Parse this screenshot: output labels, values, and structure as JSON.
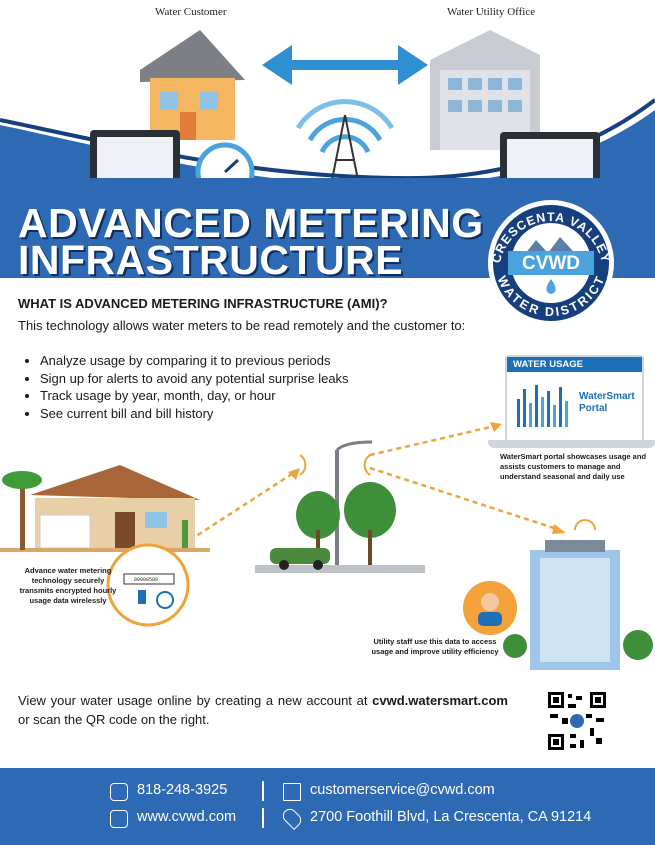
{
  "header": {
    "left_caption": "Water Customer",
    "right_caption": "Water Utility Office",
    "title_line1": "ADVANCED METERING",
    "title_line2": "INFRASTRUCTURE"
  },
  "logo": {
    "top_text": "CRESCENTA VALLEY",
    "mid_text": "CVWD",
    "bottom_text": "WATER DISTRICT"
  },
  "intro": {
    "heading": "WHAT IS ADVANCED METERING INFRASTRUCTURE (AMI)?",
    "lead": "This technology allows water meters to be read remotely and the customer to:",
    "bullets": [
      "Analyze usage by comparing it to previous periods",
      "Sign up for alerts to avoid any potential surprise leaks",
      "Track usage by year, month, day, or hour",
      "See current bill and bill history"
    ]
  },
  "portal": {
    "header": "WATER USAGE",
    "brand_line1": "WaterSmart",
    "brand_line2": "Portal",
    "caption": "WaterSmart portal showcases usage and assists customers to manage and understand seasonal and daily use"
  },
  "meter": {
    "readout": "00000580",
    "caption": "Advance water metering technology securely transmits encrypted hourly usage data wirelessly"
  },
  "utility": {
    "caption": "Utility staff use this data to access usage and improve utility efficiency"
  },
  "cta": {
    "text": "View your water usage online by creating a new account at",
    "link": "cvwd.watersmart.com",
    "tail": " or scan the QR code on the right."
  },
  "footer": {
    "phone": "818-248-3925",
    "email": "customerservice@cvwd.com",
    "web": "www.cvwd.com",
    "address": "2700 Foothill Blvd, La Crescenta, CA 91214"
  },
  "colors": {
    "primary_blue": "#2e69b3",
    "dark_blue": "#163f7d",
    "arrow_orange": "#f0a33a",
    "portal_blue": "#1d6fb8"
  }
}
